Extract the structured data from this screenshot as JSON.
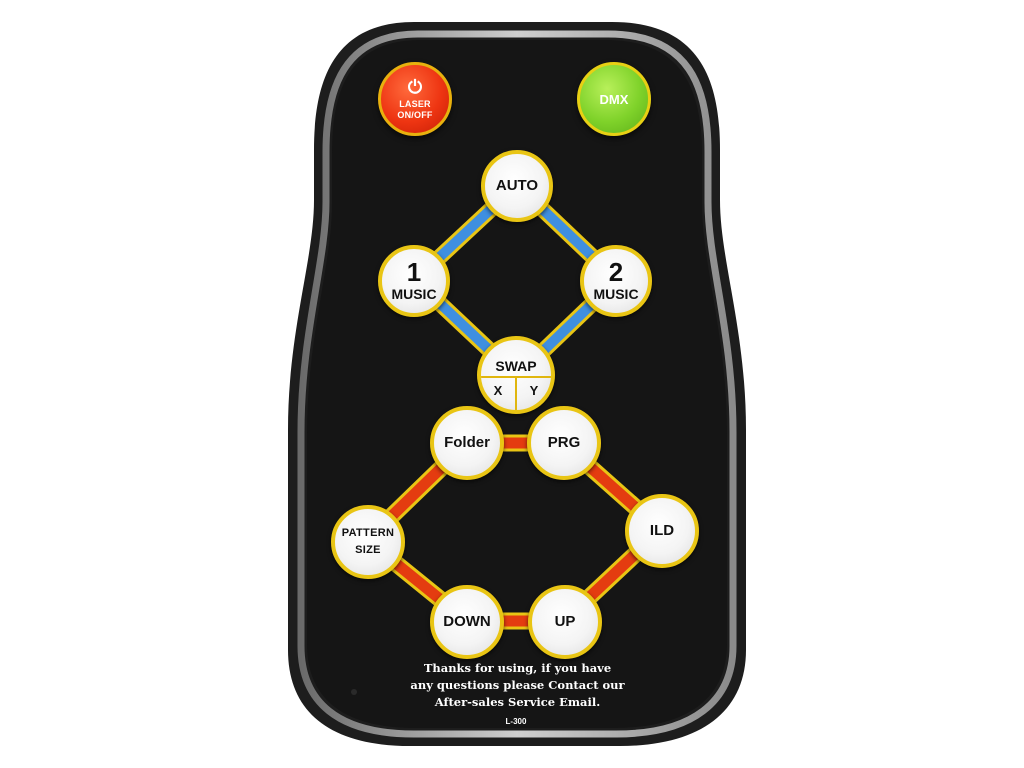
{
  "remote": {
    "model": "L-300",
    "colors": {
      "body": "#181818",
      "rim": "#b4b4b4",
      "button_ring": "#e9c514",
      "top_ring_color": "#3f8fe0",
      "bottom_ring_color": "#e43c10",
      "laser_button": "#ee3512",
      "dmx_button": "#7fd22a"
    },
    "top_buttons": {
      "laser": {
        "icon": "power-icon",
        "label": "LASER ON/OFF"
      },
      "dmx": {
        "label": "DMX"
      }
    },
    "mode_buttons": {
      "auto": "AUTO",
      "music1": {
        "number": "1",
        "label": "MUSIC"
      },
      "music2": {
        "number": "2",
        "label": "MUSIC"
      },
      "swap": {
        "label": "SWAP",
        "x": "X",
        "y": "Y"
      }
    },
    "control_buttons": {
      "folder": "Folder",
      "prg": "PRG",
      "ild": "ILD",
      "up": "UP",
      "down": "DOWN",
      "pattern_size": "PATTERN SIZE"
    },
    "footer_lines": [
      "Thanks for using, if you have",
      "any questions please Contact our",
      "After-sales Service Email."
    ]
  }
}
